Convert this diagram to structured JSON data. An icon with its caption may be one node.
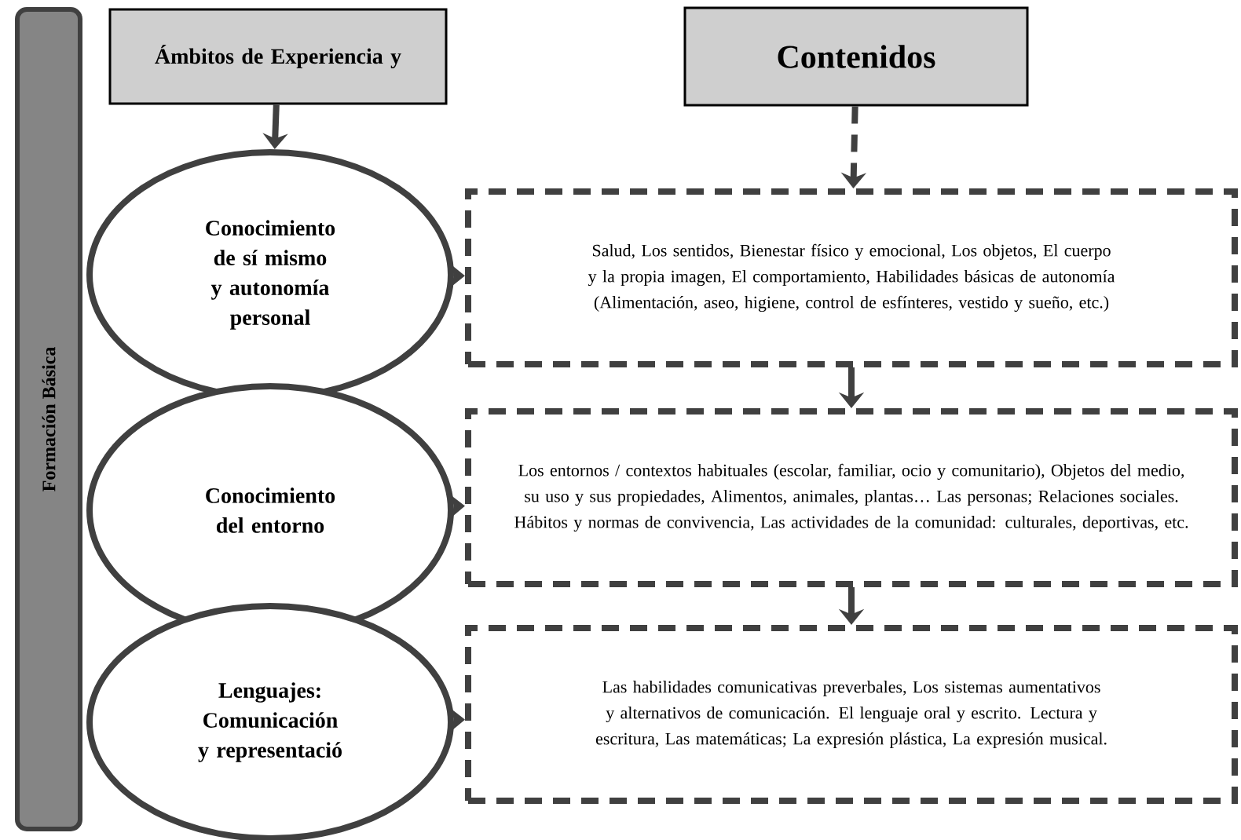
{
  "diagram": {
    "nodes": [
      {
        "text": [
          "Formación Básica"
        ]
      },
      {
        "text": [
          "Ámbitos de Experiencia y"
        ]
      },
      {
        "text": [
          "Contenidos"
        ]
      },
      {
        "text": [
          "Conocimiento de sí mismo y autonomía personal"
        ]
      },
      {
        "text": [
          "Salud, Los sentidos, Bienestar físico y emocional, Los objetos, El cuerpo y la propia imagen, El comportamiento, Habilidades básicas de autonomía (Alimentación, aseo, higiene, control de esfínteres, vestido y sueño, etc.)"
        ]
      },
      {
        "text": [
          "Conocimiento del entorno"
        ]
      },
      {
        "text": [
          "Los entornos / contextos habituales (escolar, familiar, ocio y comunitario), Objetos del medio, su uso y sus propiedades, Alimentos, animales, plantas… Las personas; Relaciones sociales. Hábitos y normas de convivencia, Las actividades de la comunidad: culturales, deportivas, etc."
        ]
      },
      {
        "text": [
          "Lenguajes: Comunicación y representació"
        ]
      },
      {
        "text": [
          "Las habilidades comunicativas preverbales, Los sistemas aumentativos y alternativos de comunicación. El lenguaje oral y escrito. Lectura y escritura, Las matemáticas; La expresión plástica, La expresión musical."
        ]
      }
    ],
    "edges": [
      {
        "from": 1,
        "to": 3,
        "arrow": "to"
      },
      {
        "from": 2,
        "to": 4,
        "arrow": "to",
        "style": "dashed"
      },
      {
        "from": 3,
        "to": 4,
        "arrow": "to"
      },
      {
        "from": 5,
        "to": 6,
        "arrow": "to"
      },
      {
        "from": 7,
        "to": 8,
        "arrow": "to"
      },
      {
        "from": 4,
        "to": 6,
        "arrow": "to"
      },
      {
        "from": 6,
        "to": 8,
        "arrow": "to"
      }
    ]
  }
}
